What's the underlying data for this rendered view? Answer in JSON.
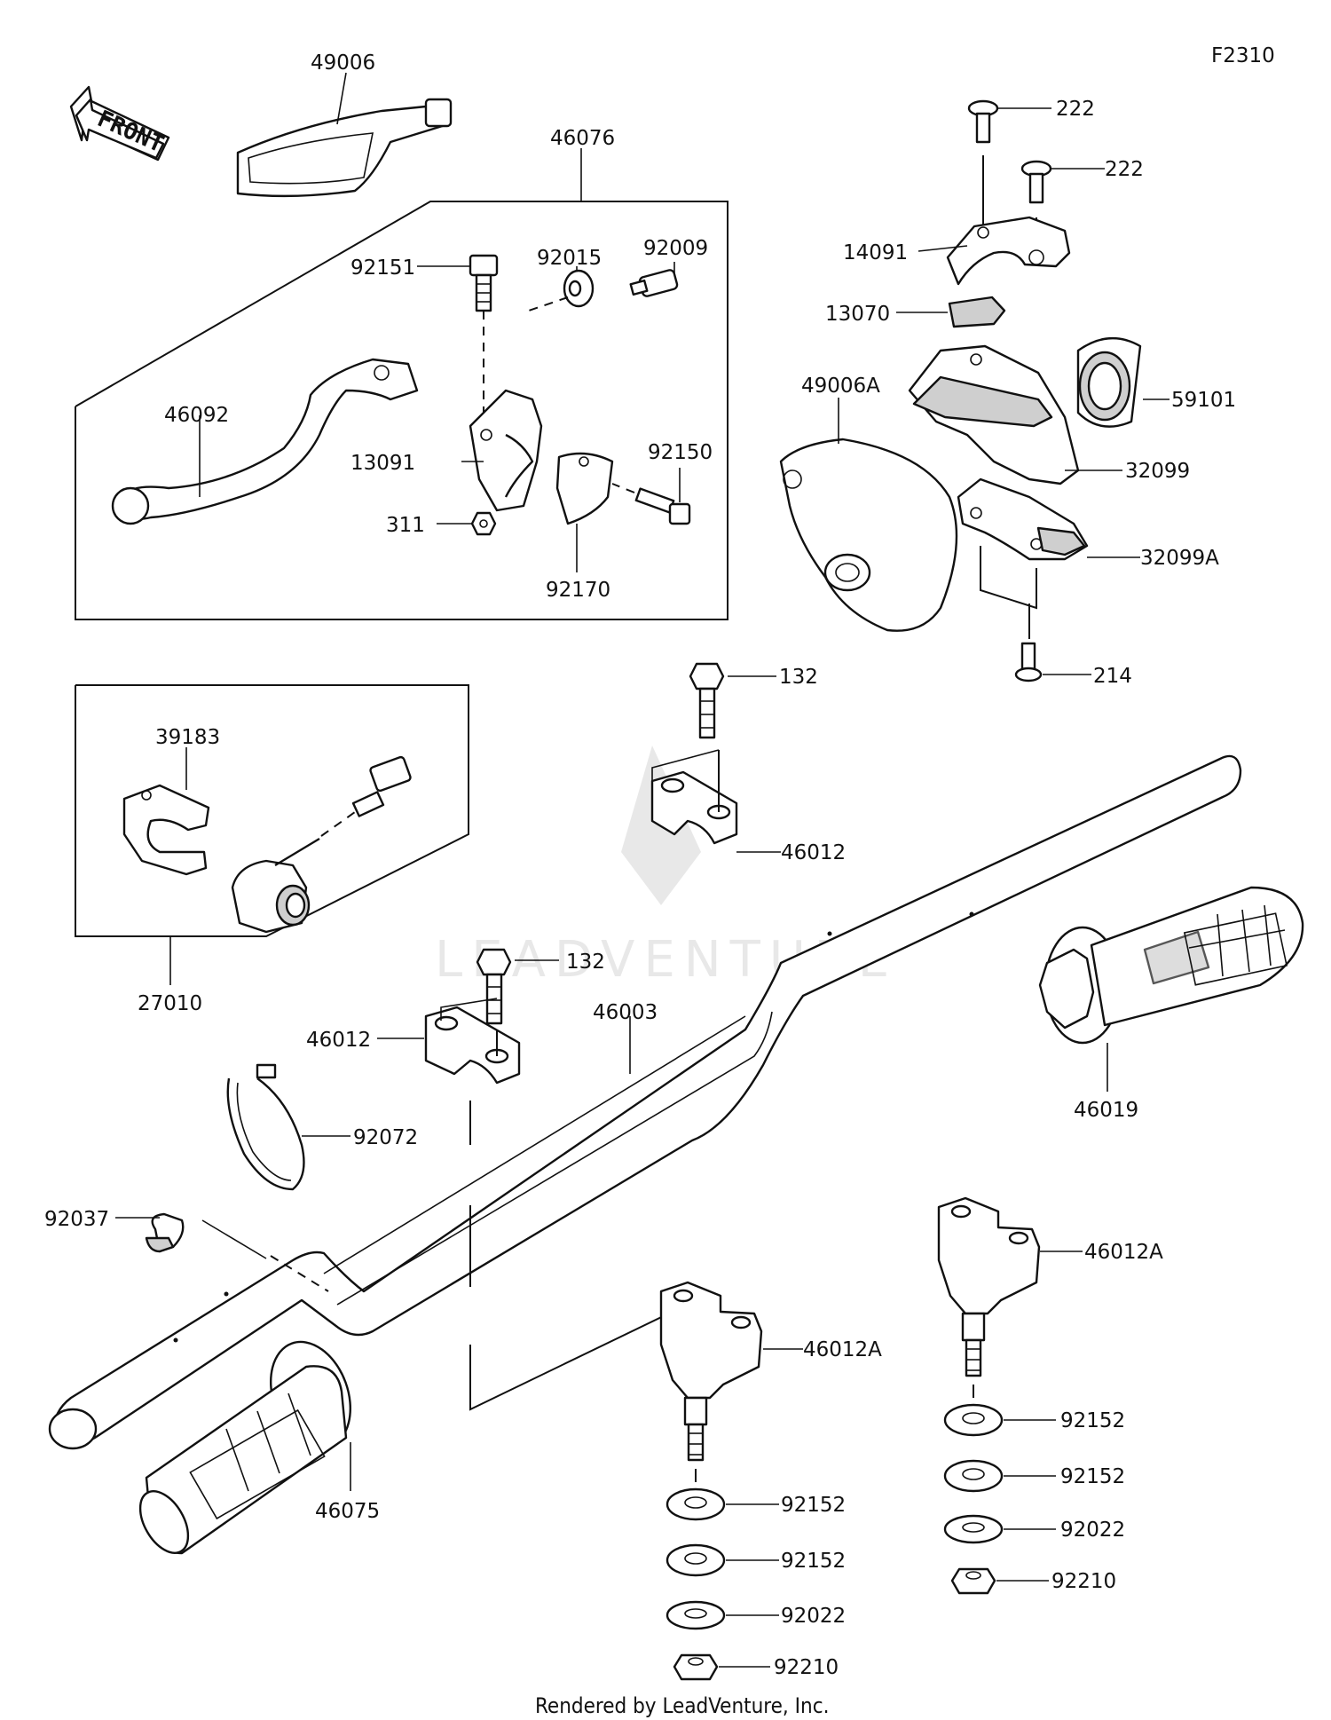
{
  "figure_code": "F2310",
  "credit": "Rendered by LeadVenture, Inc.",
  "watermark": "LEADVENTURE",
  "front_arrow": "FRONT",
  "parts": {
    "p49006": "49006",
    "p46076": "46076",
    "p92151": "92151",
    "p92015": "92015",
    "p92009": "92009",
    "p46092": "46092",
    "p13091": "13091",
    "p92150": "92150",
    "p311": "311",
    "p92170": "92170",
    "p222a": "222",
    "p222b": "222",
    "p14091": "14091",
    "p13070": "13070",
    "p59101": "59101",
    "p49006A": "49006A",
    "p32099": "32099",
    "p32099A": "32099A",
    "p214": "214",
    "p132a": "132",
    "p46012a": "46012",
    "p39183": "39183",
    "p132b": "132",
    "p27010": "27010",
    "p46003": "46003",
    "p46012b": "46012",
    "p46019": "46019",
    "p92072": "92072",
    "p92037": "92037",
    "p46012Aa": "46012A",
    "p46012Ab": "46012A",
    "p92152a": "92152",
    "p92152b": "92152",
    "p92152c": "92152",
    "p92152d": "92152",
    "p92022a": "92022",
    "p92022b": "92022",
    "p92210a": "92210",
    "p92210b": "92210",
    "p46075": "46075"
  }
}
